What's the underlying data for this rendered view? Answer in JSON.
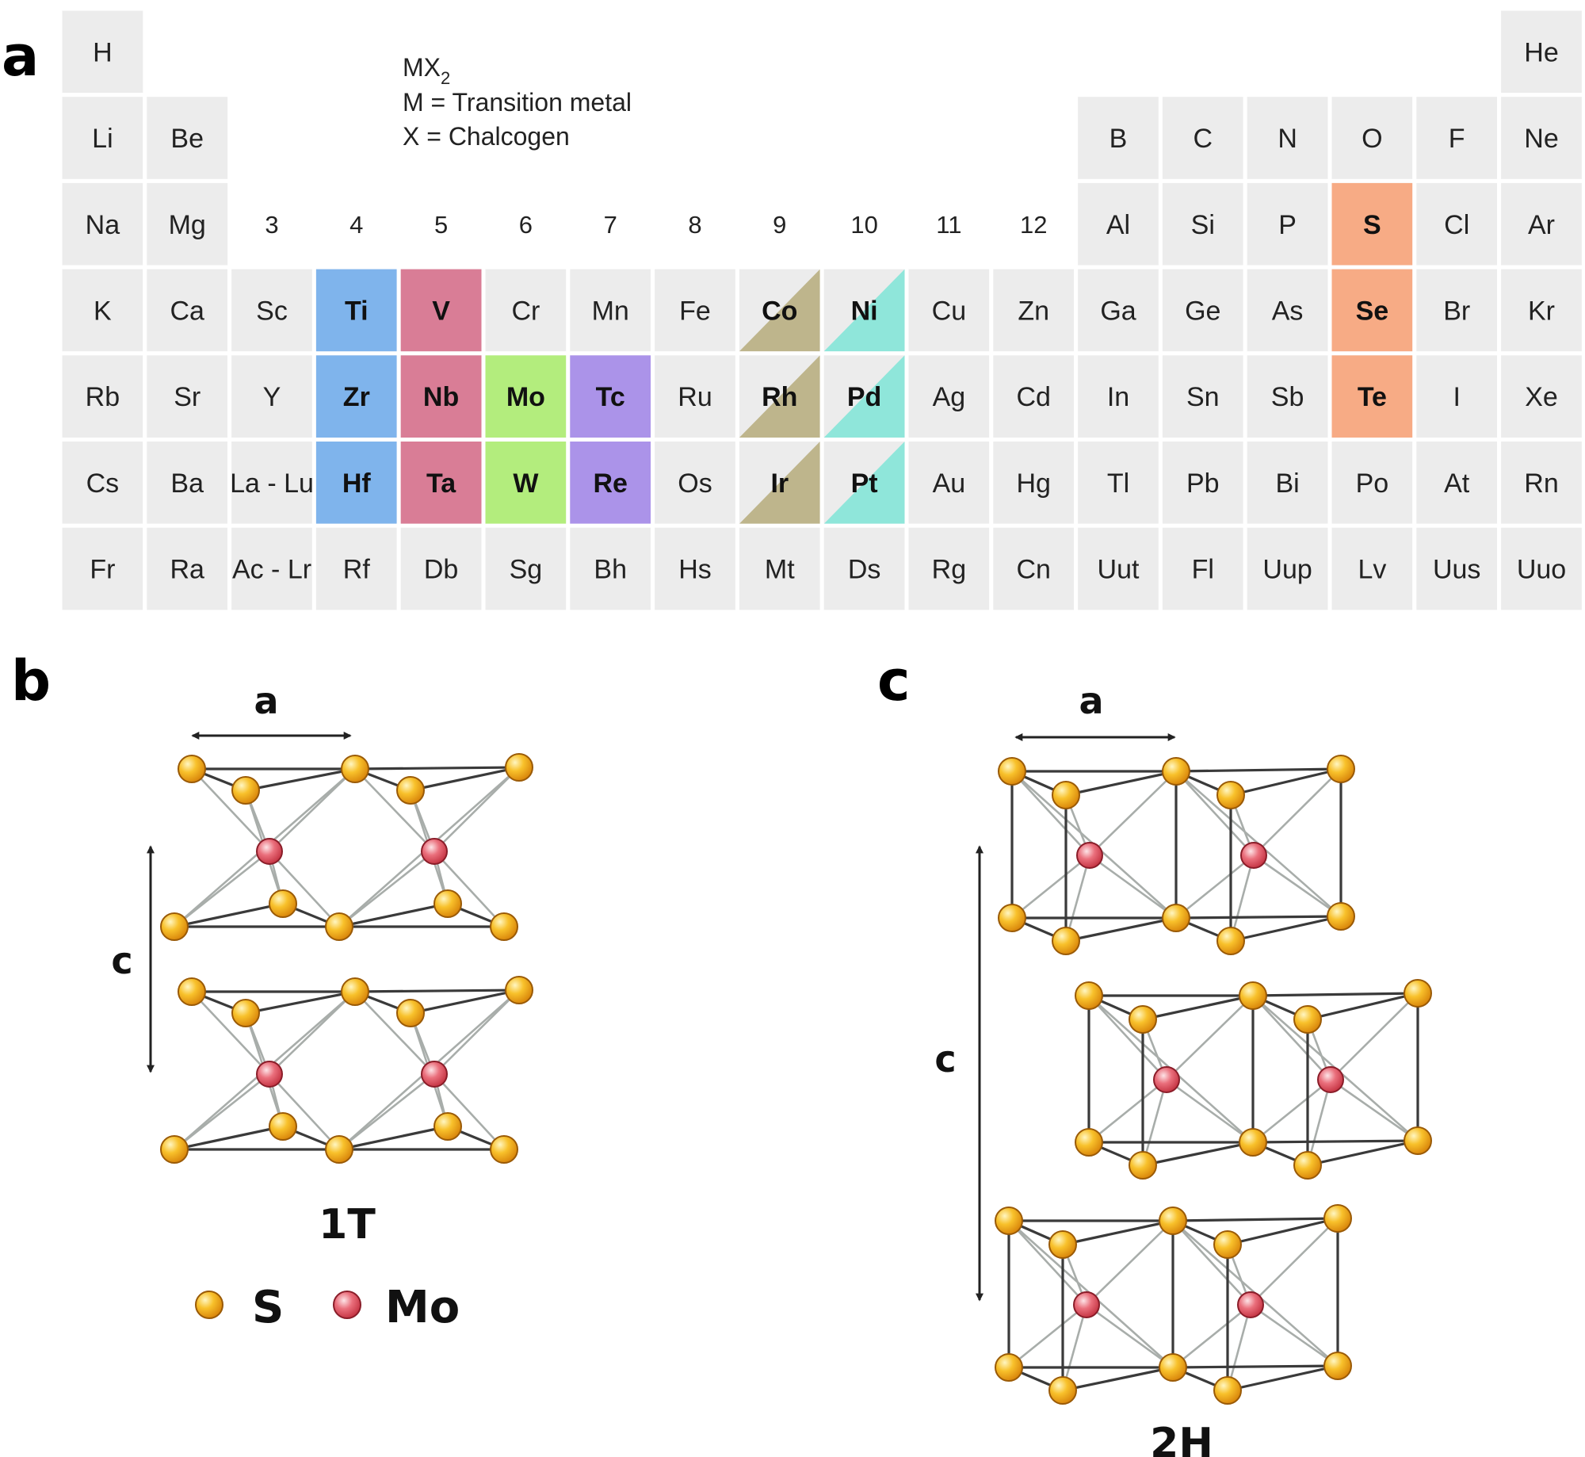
{
  "panel_labels": [
    "a",
    "b",
    "c"
  ],
  "formula": {
    "main": "MX",
    "sub": "2"
  },
  "notes": [
    "M = Transition metal",
    "X = Chalcogen"
  ],
  "groups": [
    "3",
    "4",
    "5",
    "6",
    "7",
    "8",
    "9",
    "10",
    "11",
    "12"
  ],
  "periodic_table": [
    [
      "H",
      "",
      "",
      "",
      "",
      "",
      "",
      "",
      "",
      "",
      "",
      "",
      "",
      "",
      "",
      "",
      "",
      "He"
    ],
    [
      "Li",
      "Be",
      "",
      "",
      "",
      "",
      "",
      "",
      "",
      "",
      "",
      "",
      "B",
      "C",
      "N",
      "O",
      "F",
      "Ne"
    ],
    [
      "Na",
      "Mg",
      "",
      "",
      "",
      "",
      "",
      "",
      "",
      "",
      "",
      "",
      "Al",
      "Si",
      "P",
      "S",
      "Cl",
      "Ar"
    ],
    [
      "K",
      "Ca",
      "Sc",
      "Ti",
      "V",
      "Cr",
      "Mn",
      "Fe",
      "Co",
      "Ni",
      "Cu",
      "Zn",
      "Ga",
      "Ge",
      "As",
      "Se",
      "Br",
      "Kr"
    ],
    [
      "Rb",
      "Sr",
      "Y",
      "Zr",
      "Nb",
      "Mo",
      "Tc",
      "Ru",
      "Rh",
      "Pd",
      "Ag",
      "Cd",
      "In",
      "Sn",
      "Sb",
      "Te",
      "I",
      "Xe"
    ],
    [
      "Cs",
      "Ba",
      "La - Lu",
      "Hf",
      "Ta",
      "W",
      "Re",
      "Os",
      "Ir",
      "Pt",
      "Au",
      "Hg",
      "Tl",
      "Pb",
      "Bi",
      "Po",
      "At",
      "Rn"
    ],
    [
      "Fr",
      "Ra",
      "Ac - Lr",
      "Rf",
      "Db",
      "Sg",
      "Bh",
      "Hs",
      "Mt",
      "Ds",
      "Rg",
      "Cn",
      "Uut",
      "Fl",
      "Uup",
      "Lv",
      "Uus",
      "Uuo"
    ]
  ],
  "highlights": {
    "group-4": {
      "color": "#7fb4ec",
      "style": "solid",
      "elements": [
        "Ti",
        "Zr",
        "Hf"
      ]
    },
    "group-5": {
      "color": "#d97d96",
      "style": "solid",
      "elements": [
        "V",
        "Nb",
        "Ta"
      ]
    },
    "group-6": {
      "color": "#b3ed7d",
      "style": "solid",
      "elements": [
        "Mo",
        "W"
      ]
    },
    "group-7": {
      "color": "#ab93e9",
      "style": "solid",
      "elements": [
        "Tc",
        "Re"
      ]
    },
    "group-9": {
      "color": "#beb58c",
      "style": "diagonal",
      "elements": [
        "Co",
        "Rh",
        "Ir"
      ]
    },
    "group-10": {
      "color": "#8fe6da",
      "style": "diagonal",
      "elements": [
        "Ni",
        "Pd",
        "Pt"
      ]
    },
    "chalcogens": {
      "color": "#f7ab85",
      "style": "solid",
      "elements": [
        "S",
        "Se",
        "Te"
      ]
    }
  },
  "colors": {
    "cell": "#ececec",
    "cell_border": "#ffffff",
    "frame": "#444444",
    "sulfur_atom": "#f5b21e",
    "molybdenum_atom": "#e25563"
  },
  "panel_b": {
    "axis_a": "a",
    "axis_c": "c",
    "structure_label": "1T"
  },
  "panel_c": {
    "axis_a": "a",
    "axis_c": "c",
    "structure_label": "2H"
  },
  "legend": [
    {
      "symbol": "S",
      "atom": "sulfur"
    },
    {
      "symbol": "Mo",
      "atom": "molybdenum"
    }
  ]
}
